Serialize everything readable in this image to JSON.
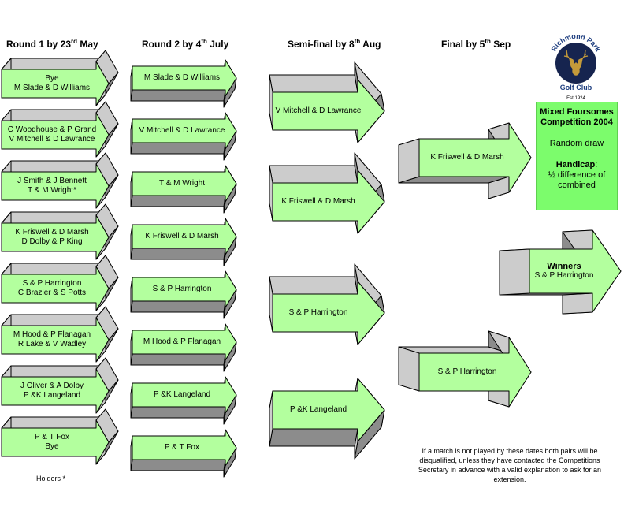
{
  "headers": {
    "r1": {
      "pre": "Round 1 by 23",
      "sup": "rd",
      "post": " May"
    },
    "r2": {
      "pre": "Round 2 by 4",
      "sup": "th",
      "post": " July"
    },
    "sf": {
      "pre": "Semi-final by 8",
      "sup": "th",
      "post": " Aug"
    },
    "fin": {
      "pre": "Final by 5",
      "sup": "th",
      "post": " Sep"
    }
  },
  "round1": [
    {
      "line1": "Bye",
      "line2": "M Slade & D Williams"
    },
    {
      "line1": "C Woodhouse & P Grand",
      "line2": "V Mitchell & D Lawrance"
    },
    {
      "line1": "J Smith & J Bennett",
      "line2": "T & M Wright*"
    },
    {
      "line1": "K Friswell & D Marsh",
      "line2": "D Dolby & P King"
    },
    {
      "line1": "S & P Harrington",
      "line2": "C Brazier & S Potts"
    },
    {
      "line1": "M Hood & P Flanagan",
      "line2": "R Lake & V Wadley"
    },
    {
      "line1": "J Oliver & A Dolby",
      "line2": "P &K Langeland"
    },
    {
      "line1": "P & T Fox",
      "line2": "Bye"
    }
  ],
  "round2": [
    "M Slade & D Williams",
    "V Mitchell & D Lawrance",
    "T & M Wright",
    "K Friswell & D Marsh",
    "S & P Harrington",
    "M Hood & P Flanagan",
    "P &K Langeland",
    "P & T Fox"
  ],
  "semifinal": [
    "V Mitchell & D Lawrance",
    "K Friswell & D Marsh",
    "S & P Harrington",
    "P &K Langeland"
  ],
  "final": [
    "K Friswell & D Marsh",
    "S & P Harrington"
  ],
  "winners": {
    "title": "Winners",
    "name": "S & P Harrington"
  },
  "info_box": {
    "title_line1": "Mixed Foursomes",
    "title_line2": "Competition 2004",
    "draw": "Random draw",
    "handicap_label": "Handicap",
    "handicap_colon": ":",
    "handicap_line1": "½ difference of",
    "handicap_line2": "combined"
  },
  "logo": {
    "top": "Richmond Park",
    "bottom": "Golf Club",
    "est": "Est.1924"
  },
  "holders_note": "Holders *",
  "footnote": "If a match is not played by these dates both pairs will be disqualified, unless they have contacted the Competitions Secretary in advance with a valid explanation to ask for an extension.",
  "colors": {
    "arrow_face": "#b3ff9e",
    "arrow_side": "#8c8c8c",
    "arrow_back": "#cccccc",
    "info_box": "#7cfc6c",
    "logo_navy": "#16244f"
  }
}
